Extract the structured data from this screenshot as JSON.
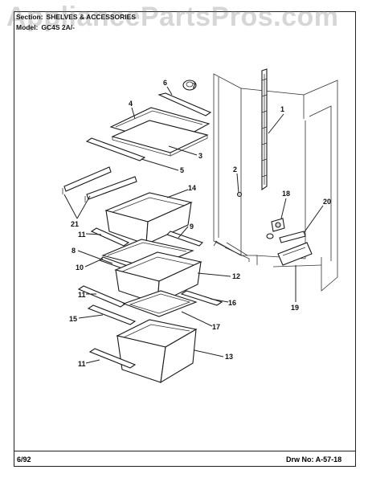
{
  "watermark": "AppliancePartsPros.com",
  "header": {
    "section_label": "Section:",
    "section_value": "SHELVES & ACCESSORIES",
    "model_label": "Model:",
    "model_value": "GC4S 2A/-"
  },
  "footer": {
    "date": "6/92",
    "drawing_number": "Drw No: A-57-18"
  },
  "callouts": {
    "c1": "1",
    "c2": "2",
    "c3": "3",
    "c4": "4",
    "c5": "5",
    "c6": "6",
    "c7": "7",
    "c8": "8",
    "c9": "9",
    "c10": "10",
    "c11a": "11",
    "c11b": "11",
    "c11c": "11",
    "c12": "12",
    "c13": "13",
    "c14": "14",
    "c15": "15",
    "c16": "16",
    "c17": "17",
    "c18": "18",
    "c19": "19",
    "c20": "20",
    "c21": "21"
  }
}
